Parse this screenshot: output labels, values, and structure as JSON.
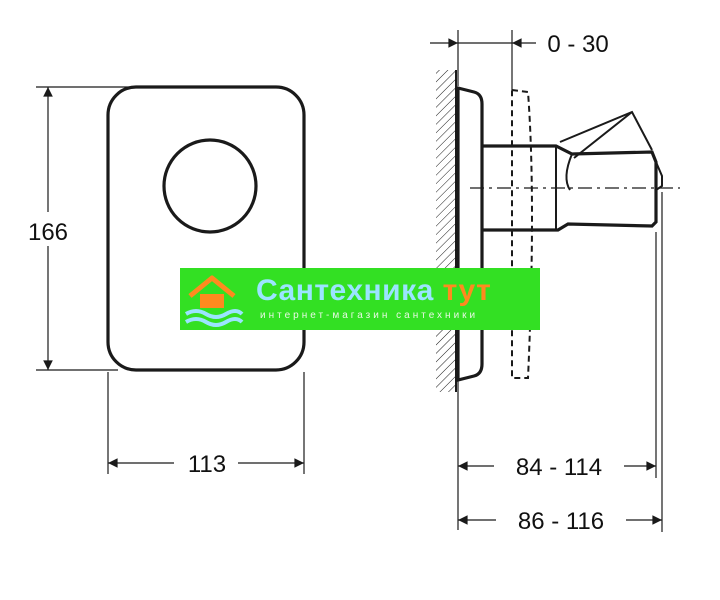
{
  "dimensions": {
    "height_front": "166",
    "width_front": "113",
    "adjustment_range": "0 - 30",
    "depth_min_range": "84 - 114",
    "depth_max_range": "86 - 116"
  },
  "watermark": {
    "title_main": "Сантехника",
    "title_accent": "тут",
    "subtitle": "интернет-магазин сантехники"
  },
  "colors": {
    "line": "#1a1a1a",
    "watermark_bg": "#33e023",
    "watermark_title": "#9be4ff",
    "watermark_accent": "#ff8a1f"
  }
}
